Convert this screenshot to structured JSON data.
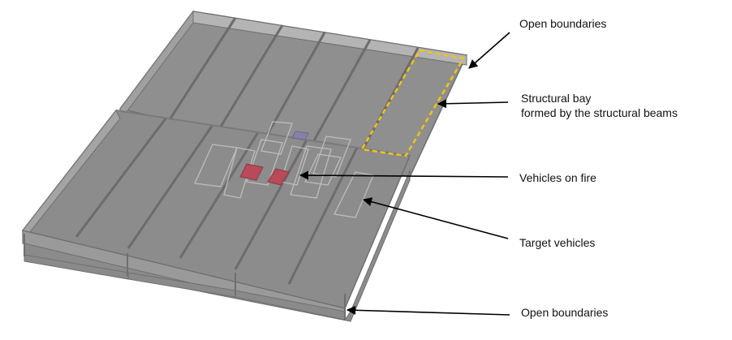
{
  "annotations": {
    "open_boundaries_top": "Open boundaries",
    "structural_bay_line1": "Structural bay",
    "structural_bay_line2": "formed by the structural beams",
    "vehicles_on_fire": "Vehicles on fire",
    "target_vehicles": "Target vehicles",
    "open_boundaries_bottom": "Open boundaries"
  },
  "colors": {
    "slab": "#8f8f8f",
    "slab_edge": "#6f6f6f",
    "beam": "#a6a6a6",
    "bay_highlight": "#f2c314",
    "fire_vehicle": "#b84a5a",
    "vehicle_outline": "#bdbdbd",
    "arrow": "#000000"
  }
}
